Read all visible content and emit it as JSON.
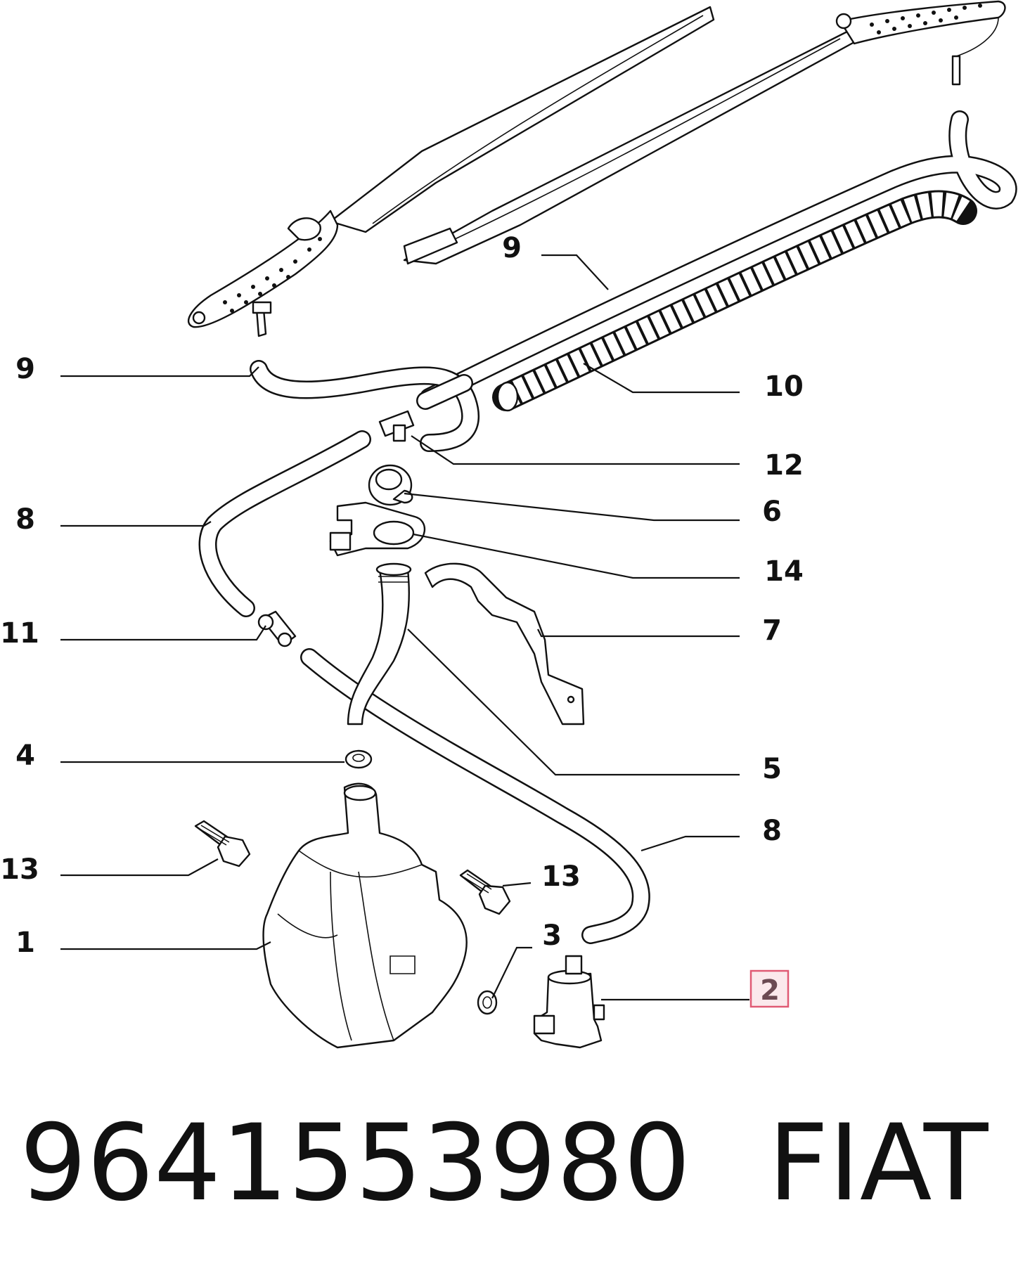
{
  "callouts": [
    {
      "id": "c1",
      "text": "9"
    },
    {
      "id": "c2",
      "text": "9"
    },
    {
      "id": "c3",
      "text": "10"
    },
    {
      "id": "c4",
      "text": "12"
    },
    {
      "id": "c5",
      "text": "6"
    },
    {
      "id": "c6",
      "text": "8"
    },
    {
      "id": "c7",
      "text": "14"
    },
    {
      "id": "c8",
      "text": "11"
    },
    {
      "id": "c9",
      "text": "7"
    },
    {
      "id": "c10",
      "text": "4"
    },
    {
      "id": "c11",
      "text": "5"
    },
    {
      "id": "c12",
      "text": "8"
    },
    {
      "id": "c13",
      "text": "13"
    },
    {
      "id": "c14",
      "text": "13"
    },
    {
      "id": "c15",
      "text": "1"
    },
    {
      "id": "c16",
      "text": "3"
    },
    {
      "id": "c17",
      "text": "2",
      "highlighted": true
    }
  ],
  "footer": {
    "part_number": "9641553980",
    "brand": "FIAT"
  },
  "colors": {
    "ink": "#111111",
    "highlight_fill": "#fbe9ec",
    "highlight_border": "#e05a74"
  }
}
